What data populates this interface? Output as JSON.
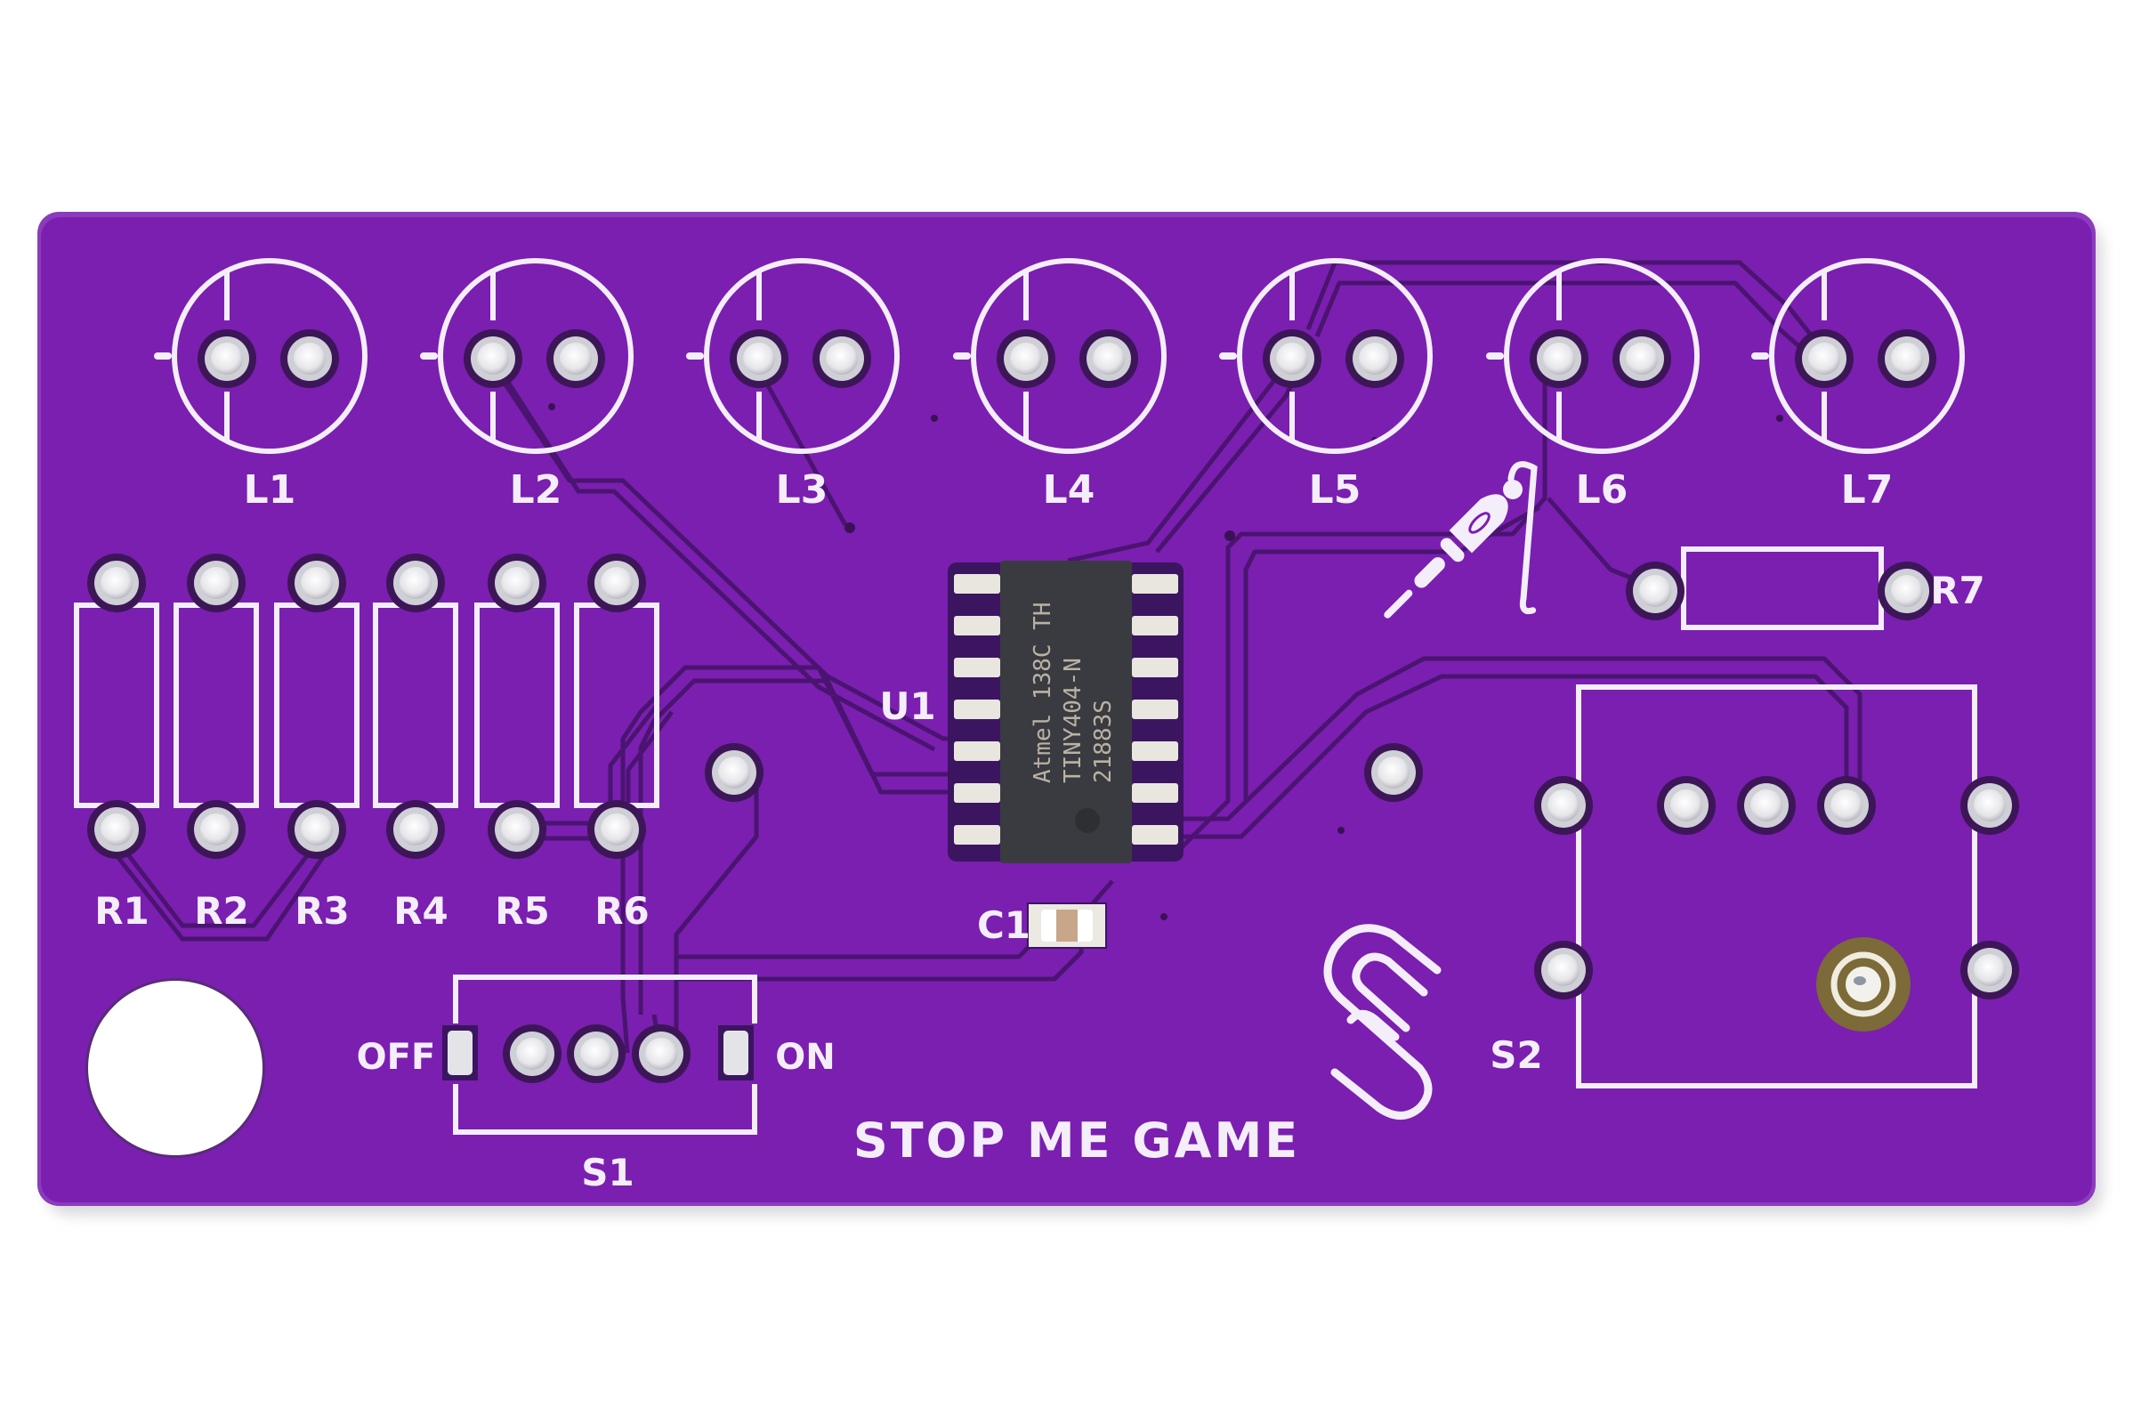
{
  "board": {
    "title": "STOP ME GAME",
    "colors": {
      "soldermask": "#7a1fb0",
      "soldermask_edge": "#8b3cbc",
      "silkscreen": "#f4eefa",
      "copper_trace": "#4a1470",
      "pad_silver": "#e8e8ec",
      "chip_body": "#3a3b40",
      "background": "#ffffff"
    }
  },
  "leds": [
    {
      "label": "L1"
    },
    {
      "label": "L2"
    },
    {
      "label": "L3"
    },
    {
      "label": "L4"
    },
    {
      "label": "L5"
    },
    {
      "label": "L6"
    },
    {
      "label": "L7"
    }
  ],
  "resistors": [
    {
      "label": "R1"
    },
    {
      "label": "R2"
    },
    {
      "label": "R3"
    },
    {
      "label": "R4"
    },
    {
      "label": "R5"
    },
    {
      "label": "R6"
    }
  ],
  "r7": {
    "label": "R7"
  },
  "u1": {
    "label": "U1",
    "marking_line1": "Atmel 138C TH",
    "marking_line2": "TINY404-N",
    "marking_line3": "21883S"
  },
  "c1": {
    "label": "C1"
  },
  "s1": {
    "label": "S1",
    "off_label": "OFF",
    "on_label": "ON"
  },
  "s2": {
    "label": "S2"
  },
  "logo": {
    "name": "paperclip-s-logo"
  },
  "mascot": {
    "name": "soldering-iron-icon"
  }
}
